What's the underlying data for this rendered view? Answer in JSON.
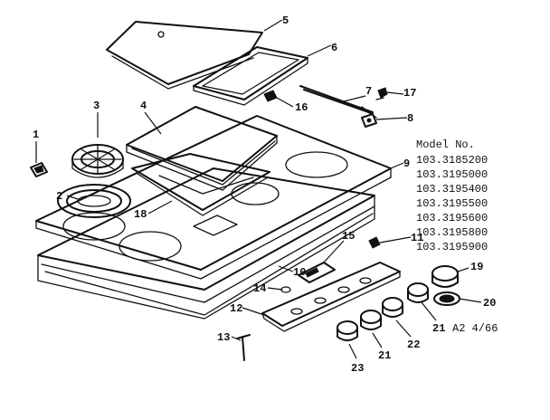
{
  "callouts": {
    "c1": "1",
    "c2": "2",
    "c3": "3",
    "c4": "4",
    "c5": "5",
    "c6": "6",
    "c7": "7",
    "c8": "8",
    "c9": "9",
    "c10": "10",
    "c11": "11",
    "c12": "12",
    "c13": "13",
    "c14": "14",
    "c15": "15",
    "c16": "16",
    "c17": "17",
    "c18": "18",
    "c19": "19",
    "c20": "20",
    "c21a": "21",
    "c21b": "21",
    "c22": "22",
    "c23": "23"
  },
  "model_block": {
    "heading": "Model No.",
    "numbers": [
      "103.3185200",
      "103.3195000",
      "103.3195400",
      "103.3195500",
      "103.3195600",
      "103.3195800",
      "103.3195900"
    ]
  },
  "footer_code": "A2 4/66"
}
